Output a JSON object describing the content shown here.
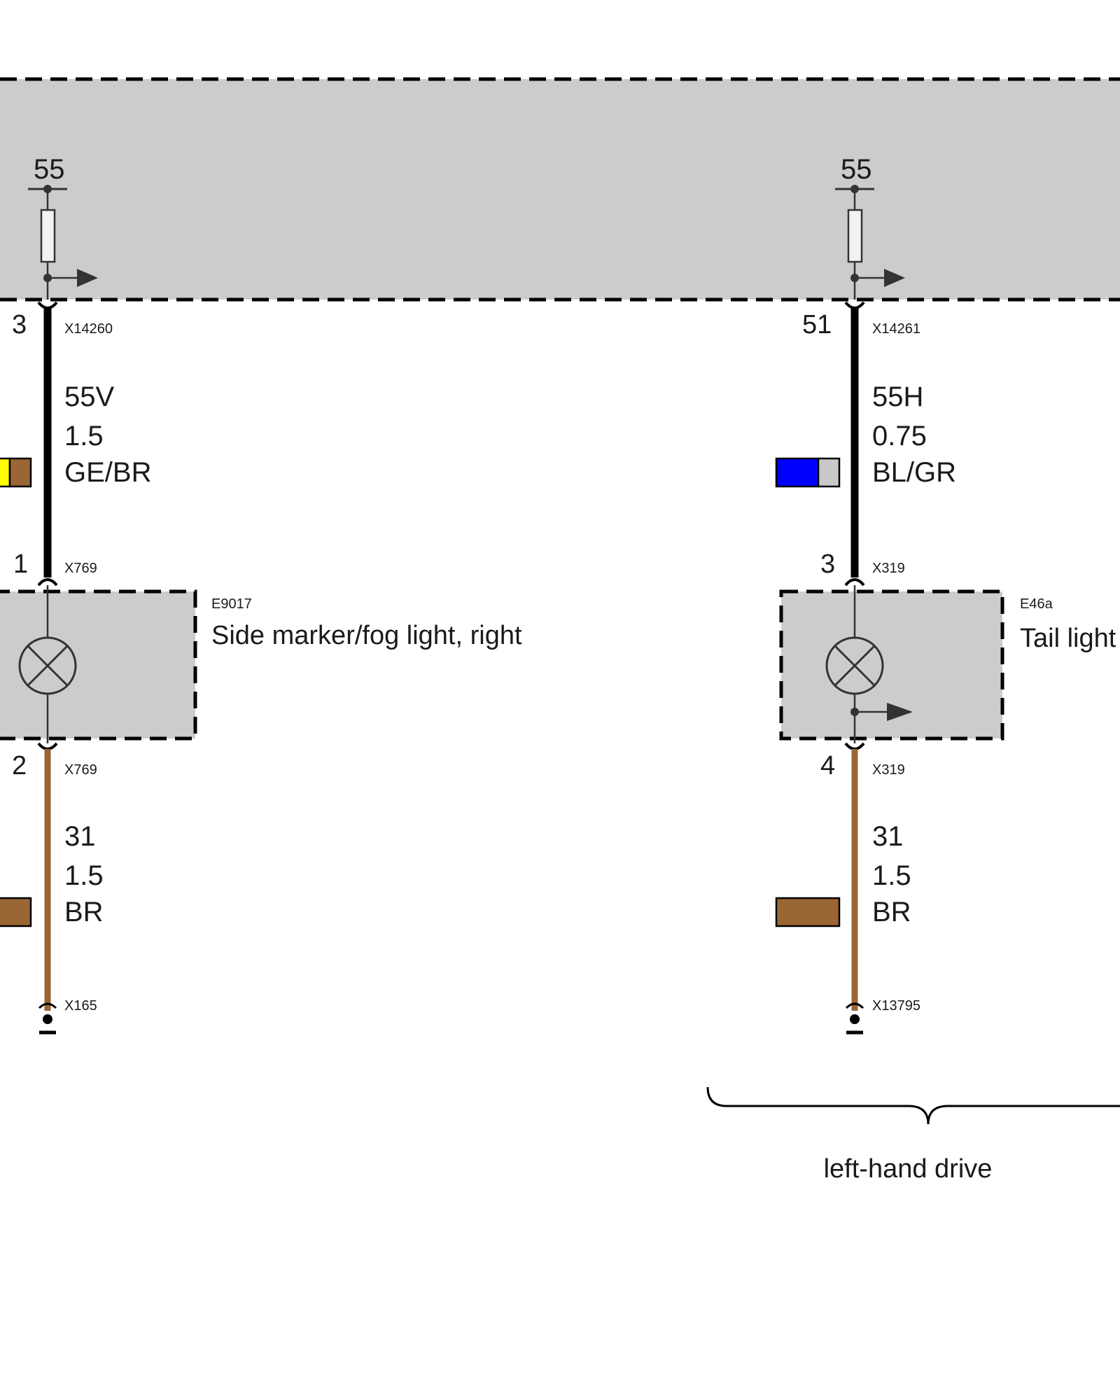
{
  "module_box": {
    "fill": "#cccccc"
  },
  "circuits": [
    {
      "fuse_terminal": "55",
      "top_pin": "3",
      "top_connector": "X14260",
      "wire_top": {
        "signal": "55V",
        "size": "1.5",
        "color_code": "GE/BR",
        "colors": [
          "#ffff00",
          "#9a6634"
        ]
      },
      "comp_pin_top": "1",
      "comp_connector_top": "X769",
      "component": {
        "id": "E9017",
        "name": "Side marker/fog light, right"
      },
      "comp_pin_bottom": "2",
      "comp_connector_bottom": "X769",
      "wire_bottom": {
        "signal": "31",
        "size": "1.5",
        "color_code": "BR",
        "colors": [
          "#9a6634"
        ]
      },
      "ground_connector": "X165"
    },
    {
      "fuse_terminal": "55",
      "top_pin": "51",
      "top_connector": "X14261",
      "wire_top": {
        "signal": "55H",
        "size": "0.75",
        "color_code": "BL/GR",
        "colors": [
          "#0000ff",
          "#c8c8c8"
        ]
      },
      "comp_pin_top": "3",
      "comp_connector_top": "X319",
      "component": {
        "id": "E46a",
        "name": "Tail light"
      },
      "comp_pin_bottom": "4",
      "comp_connector_bottom": "X319",
      "wire_bottom": {
        "signal": "31",
        "size": "1.5",
        "color_code": "BR",
        "colors": [
          "#9a6634"
        ]
      },
      "ground_connector": "X13795"
    }
  ],
  "brace_label": "left-hand drive",
  "colors": {
    "wire_black": "#000000",
    "wire_brown": "#9a6634",
    "line": "#333333",
    "box_fill": "#cccccc"
  }
}
